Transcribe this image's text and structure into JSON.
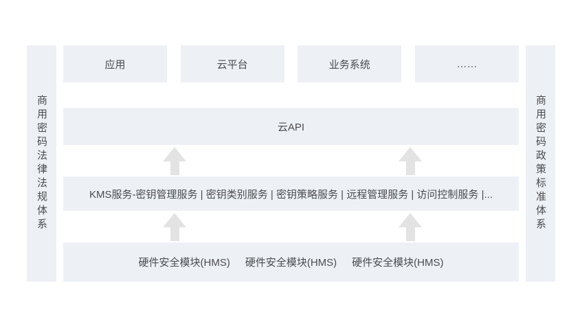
{
  "colors": {
    "box_fill": "#edf1f6",
    "arrow": "#e3e3e3",
    "text": "#4a4b4d"
  },
  "pillars": {
    "left": "商用密码法律法规体系",
    "right": "商用密码政策标准体系"
  },
  "layers": {
    "clients": [
      "应用",
      "云平台",
      "业务系统",
      "……"
    ],
    "api": "云API",
    "kms": "KMS服务-密钥管理服务 | 密钥类别服务 | 密钥策略服务 | 远程管理服务 | 访问控制服务 |...",
    "hsm": [
      "硬件安全模块(HMS)",
      "硬件安全模块(HMS)",
      "硬件安全模块(HMS)"
    ]
  }
}
